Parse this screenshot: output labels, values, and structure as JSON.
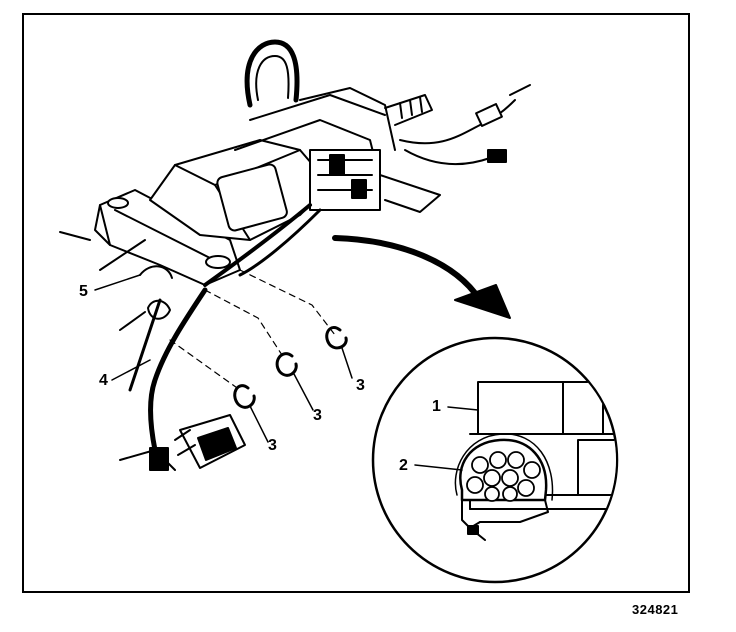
{
  "callouts": {
    "c1": "1",
    "c2": "2",
    "c3a": "3",
    "c3b": "3",
    "c3c": "3",
    "c4": "4",
    "c5": "5"
  },
  "figure_number": "324821",
  "colors": {
    "ink": "#000000",
    "paper": "#ffffff"
  }
}
